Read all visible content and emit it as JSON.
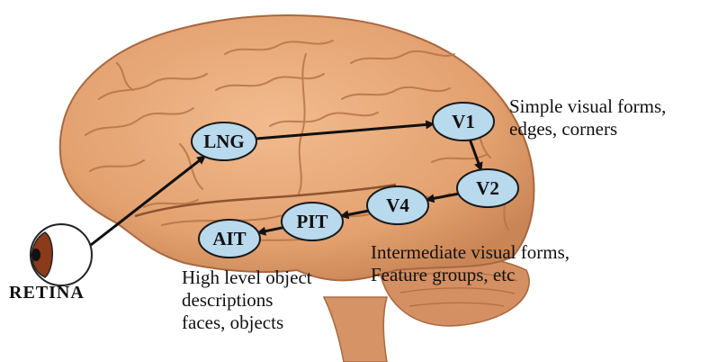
{
  "diagram": {
    "nodes": [
      {
        "id": "lng",
        "label": "LNG"
      },
      {
        "id": "v1",
        "label": "V1"
      },
      {
        "id": "v2",
        "label": "V2"
      },
      {
        "id": "v4",
        "label": "V4"
      },
      {
        "id": "pit",
        "label": "PIT"
      },
      {
        "id": "ait",
        "label": "AIT"
      }
    ],
    "edges": [
      {
        "from": "retina",
        "to": "lng"
      },
      {
        "from": "lng",
        "to": "v1"
      },
      {
        "from": "v1",
        "to": "v2"
      },
      {
        "from": "v2",
        "to": "v4"
      },
      {
        "from": "v4",
        "to": "pit"
      },
      {
        "from": "pit",
        "to": "ait"
      }
    ],
    "annotations": {
      "simple": {
        "line1": "Simple visual forms,",
        "line2": "edges, corners"
      },
      "intermediate": {
        "line1": "Intermediate visual forms,",
        "line2": "Feature groups, etc"
      },
      "high": {
        "line1": "High level object",
        "line2": "descriptions",
        "line3": "faces, objects"
      }
    },
    "retina_label": "RETINA"
  },
  "colors": {
    "node_fill": "#b9d9ec",
    "brain": "#e7a676",
    "brain_shadow": "#c27a4a",
    "iris": "#8b3a1a",
    "arrow": "#111111"
  }
}
